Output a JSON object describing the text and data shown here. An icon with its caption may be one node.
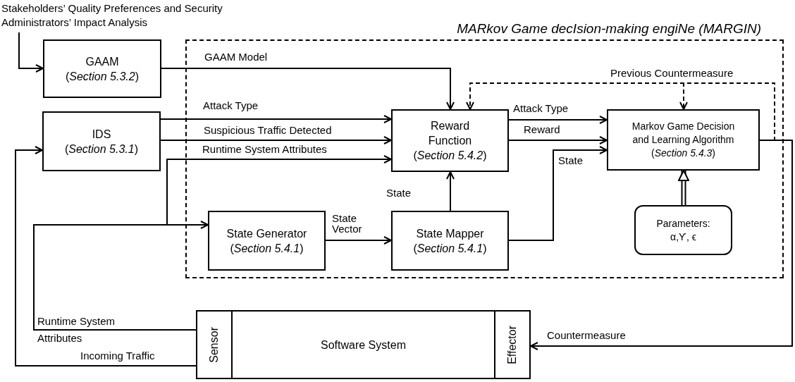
{
  "diagram": {
    "nodes": [
      {
        "text": [
          "Stakeholders’ Quality Preferences and Security Administrators’ Impact Analysis"
        ]
      },
      {
        "text": [
          "MARkov Game decIsion-making engiNe (MARGIN)"
        ]
      },
      {
        "text": [
          "GAAM",
          "(*Section 5.3.2*)"
        ]
      },
      {
        "text": [
          "IDS",
          "(*Section 5.3.1*)"
        ]
      },
      {
        "text": [
          "Reward Function",
          "(*Section 5.4.2*)"
        ],
        "in": 1
      },
      {
        "text": [
          "Markov Game Decision and Learning Algorithm",
          "(*Section 5.4.3*)"
        ],
        "in": 1
      },
      {
        "text": [
          "State Generator",
          "(*Section 5.4.1*)"
        ],
        "in": 1
      },
      {
        "text": [
          "State Mapper",
          "(*Section 5.4.1*)"
        ],
        "in": 1
      },
      {
        "text": [
          "Parameters:",
          "α,ϒ, ϵ"
        ],
        "in": 1
      },
      {
        "text": [
          "Software System"
        ]
      },
      {
        "text": [
          "Sensor"
        ],
        "in": 9
      },
      {
        "text": [
          "Effector"
        ],
        "in": 9
      }
    ],
    "edges": [
      {
        "from": 0,
        "to": 2,
        "arrow": "to"
      },
      {
        "from": 2,
        "to": 4,
        "arrow": "to",
        "label": "GAAM Model"
      },
      {
        "from": 3,
        "to": 4,
        "arrow": "to",
        "label": "Attack Type"
      },
      {
        "from": 3,
        "to": 4,
        "arrow": "to",
        "label": "Suspicious Traffic Detected"
      },
      {
        "from": 10,
        "to": 4,
        "arrow": "to",
        "label": "Runtime System Attributes"
      },
      {
        "from": 10,
        "to": 6,
        "arrow": "to",
        "label": "Runtime System Attributes"
      },
      {
        "from": 10,
        "to": 3,
        "arrow": "to",
        "label": "Incoming Traffic"
      },
      {
        "from": 6,
        "to": 7,
        "arrow": "to",
        "label": "State Vector"
      },
      {
        "from": 7,
        "to": 4,
        "arrow": "to",
        "label": "State"
      },
      {
        "from": 7,
        "to": 5,
        "arrow": "to",
        "label": "State"
      },
      {
        "from": 4,
        "to": 5,
        "arrow": "to",
        "label": "Attack Type"
      },
      {
        "from": 4,
        "to": 5,
        "arrow": "to",
        "label": "Reward"
      },
      {
        "from": 8,
        "to": 5,
        "arrow": "to",
        "style": "thick"
      },
      {
        "from": 5,
        "to": 4,
        "arrow": "to",
        "style": "dashed",
        "label": "Previous Countermeasure"
      },
      {
        "from": 5,
        "to": 5,
        "arrow": "to",
        "style": "dashed"
      },
      {
        "from": 5,
        "to": 11,
        "arrow": "to",
        "label": "Countermeasure"
      }
    ]
  }
}
